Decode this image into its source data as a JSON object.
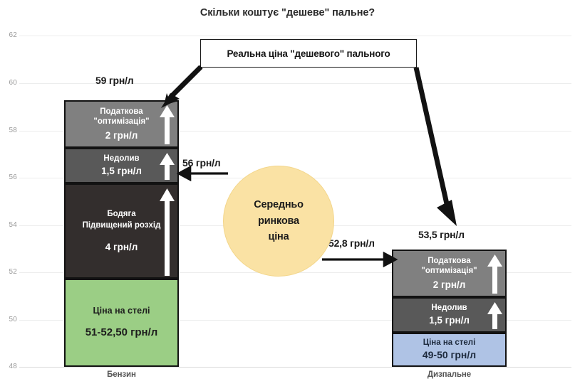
{
  "title": "Скільки коштує \"дешеве\" пальне?",
  "callout": {
    "text": "Реальна ціна \"дешевого\" пального"
  },
  "circle": {
    "line1": "Середньо",
    "line2": "ринкова",
    "line3": "ціна"
  },
  "annotations": {
    "petrol_total": "59 грн/л",
    "petrol_mid": "56 грн/л",
    "diesel_total": "53,5 грн/л",
    "diesel_market": "52,8 грн/л"
  },
  "axis": {
    "y_ticks": [
      "62",
      "60",
      "58",
      "56",
      "54",
      "52",
      "50",
      "48"
    ],
    "y_min": 48,
    "y_max": 62,
    "x_labels": [
      "Бензин",
      "Дизпальне"
    ]
  },
  "colors": {
    "tax_optimization": "#808080",
    "underfill": "#595959",
    "adulteration": "#332e2d",
    "petrol_base": "#9bce85",
    "diesel_base": "#afc3e5",
    "circle": "#fae2a4"
  },
  "chart_data": {
    "type": "bar",
    "title": "Скільки коштує \"дешеве\" пальне?",
    "xlabel": "",
    "ylabel": "",
    "ylim": [
      48,
      62
    ],
    "grid": true,
    "legend": "none",
    "stacked": true,
    "categories": [
      "Бензин",
      "Дизпальне"
    ],
    "series": [
      {
        "name": "Ціна на стелі",
        "labels": [
          "51-52,50 грн/л",
          "49-50 грн/л"
        ],
        "values": [
          3.5,
          2.0
        ],
        "range_from": [
          48.0,
          48.0
        ],
        "range_to": [
          51.5,
          50.0
        ],
        "color": "#9bce85"
      },
      {
        "name": "Бодяга Підвищений розхід",
        "labels": [
          "4 грн/л",
          null
        ],
        "values": [
          4.0,
          0
        ],
        "range_from": [
          51.5,
          null
        ],
        "range_to": [
          55.5,
          null
        ],
        "color": "#332e2d"
      },
      {
        "name": "Недолив",
        "labels": [
          "1,5 грн/л",
          "1,5 грн/л"
        ],
        "values": [
          1.5,
          1.5
        ],
        "range_from": [
          55.5,
          50.0
        ],
        "range_to": [
          57.0,
          51.5
        ],
        "color": "#595959"
      },
      {
        "name": "Податкова \"оптимізація\"",
        "labels": [
          "2 грн/л",
          "2 грн/л"
        ],
        "values": [
          2.0,
          2.0
        ],
        "range_from": [
          57.0,
          51.5
        ],
        "range_to": [
          59.0,
          53.5
        ],
        "color": "#808080"
      }
    ],
    "totals": [
      59.0,
      53.5
    ],
    "total_labels": [
      "59 грн/л",
      "53,5 грн/л"
    ],
    "annotations": [
      {
        "text": "56 грн/л",
        "value": 56.0,
        "target": "Бензин"
      },
      {
        "text": "52,8 грн/л",
        "value": 52.8,
        "target": "Дизпальне"
      },
      {
        "text": "Середньо ринкова ціна",
        "kind": "circle"
      },
      {
        "text": "Реальна ціна \"дешевого\" пального",
        "kind": "callout",
        "targets": [
          "Бензин",
          "Дизпальне"
        ]
      }
    ]
  },
  "segments": {
    "petrol": [
      {
        "name": "Податкова",
        "name2": "\"оптимізація\"",
        "value": "2 грн/л"
      },
      {
        "name": "Недолив",
        "name2": "",
        "value": "1,5 грн/л"
      },
      {
        "name": "Бодяга",
        "name2": "Підвищений розхід",
        "value": "4 грн/л"
      },
      {
        "name": "Ціна на стелі",
        "name2": "",
        "value": "51-52,50 грн/л"
      }
    ],
    "diesel": [
      {
        "name": "Податкова",
        "name2": "\"оптимізація\"",
        "value": "2 грн/л"
      },
      {
        "name": "Недолив",
        "name2": "",
        "value": "1,5 грн/л"
      },
      {
        "name": "Ціна на стелі",
        "name2": "",
        "value": "49-50 грн/л"
      }
    ]
  }
}
